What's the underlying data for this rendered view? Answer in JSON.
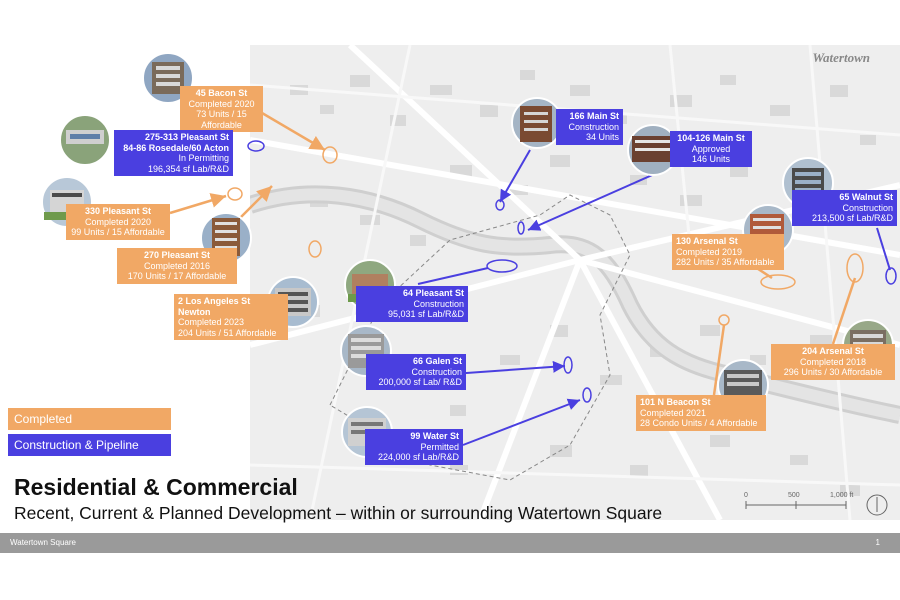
{
  "map": {
    "name": "Watertown",
    "scale_labels": [
      "0",
      "500",
      "1,000 ft"
    ]
  },
  "colors": {
    "completed": "#f1a865",
    "pipeline": "#4a3fe0",
    "map_background": "#eeeeee",
    "footer": "#9a9a9a"
  },
  "legend": {
    "completed": "Completed",
    "pipeline": "Construction & Pipeline"
  },
  "title": "Residential & Commercial",
  "subtitle": "Recent, Current & Planned Development – within or surrounding Watertown Square",
  "footer": {
    "left": "Watertown Square",
    "page": "1"
  },
  "labels": [
    {
      "id": "45-bacon",
      "status": "completed",
      "title": "45 Bacon St",
      "lines": [
        "Completed  2020",
        "73 Units / 15 Affordable"
      ]
    },
    {
      "id": "275-313-pleasant",
      "status": "pipeline",
      "title": "275-313 Pleasant St",
      "lines": [
        "84-86 Rosedale/60 Acton",
        "In Permitting",
        "196,354 sf Lab/R&D"
      ]
    },
    {
      "id": "330-pleasant",
      "status": "completed",
      "title": "330 Pleasant St",
      "lines": [
        "Completed  2020",
        "99 Units / 15 Affordable"
      ]
    },
    {
      "id": "270-pleasant",
      "status": "completed",
      "title": "270 Pleasant St",
      "lines": [
        "Completed  2016",
        "170 Units / 17 Affordable"
      ]
    },
    {
      "id": "2-los-angeles",
      "status": "completed",
      "title": "2 Los Angeles St",
      "lines": [
        "Newton",
        "Completed  2023",
        "204 Units / 51 Affordable"
      ]
    },
    {
      "id": "166-main",
      "status": "pipeline",
      "title": "166 Main St",
      "lines": [
        "Construction",
        "34 Units"
      ]
    },
    {
      "id": "104-126-main",
      "status": "pipeline",
      "title": "104-126 Main St",
      "lines": [
        "Approved",
        "146 Units"
      ]
    },
    {
      "id": "65-walnut",
      "status": "pipeline",
      "title": "65 Walnut St",
      "lines": [
        "Construction",
        "213,500 sf Lab/R&D"
      ]
    },
    {
      "id": "130-arsenal",
      "status": "completed",
      "title": "130 Arsenal St",
      "lines": [
        "Completed  2019",
        "282 Units / 35 Affordable"
      ]
    },
    {
      "id": "64-pleasant",
      "status": "pipeline",
      "title": "64 Pleasant St",
      "lines": [
        "Construction",
        "95,031 sf Lab/R&D"
      ]
    },
    {
      "id": "66-galen",
      "status": "pipeline",
      "title": "66 Galen St",
      "lines": [
        "Construction",
        "200,000 sf Lab/ R&D"
      ]
    },
    {
      "id": "99-water",
      "status": "pipeline",
      "title": "99 Water St",
      "lines": [
        "Permitted",
        "224,000 sf Lab/R&D"
      ]
    },
    {
      "id": "204-arsenal",
      "status": "completed",
      "title": "204 Arsenal St",
      "lines": [
        "Completed  2018",
        "296 Units / 30 Affordable"
      ]
    },
    {
      "id": "101-n-beacon",
      "status": "completed",
      "title": "101 N Beacon St",
      "lines": [
        "Completed  2021",
        "28 Condo Units / 4 Affordable"
      ]
    }
  ]
}
